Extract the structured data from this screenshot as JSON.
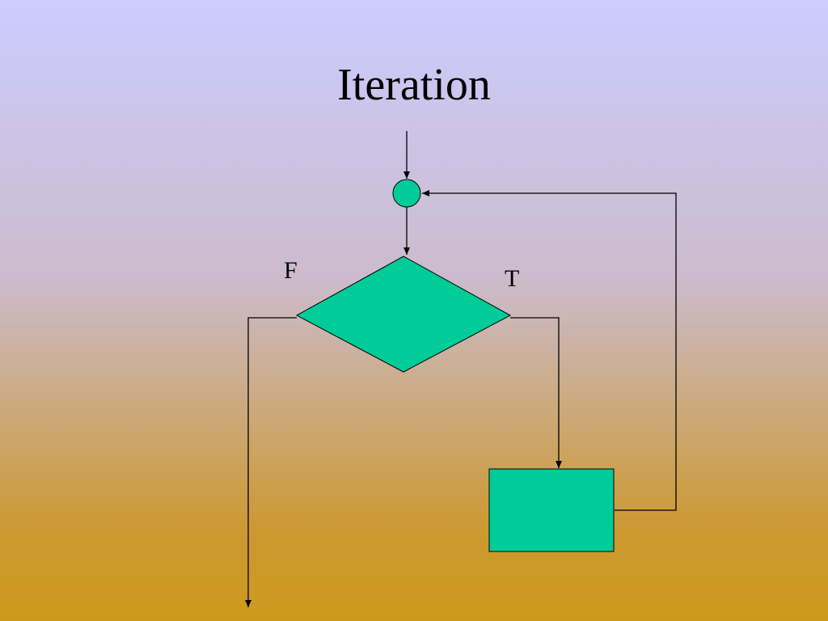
{
  "slide": {
    "title": "Iteration"
  },
  "diagram": {
    "type": "flowchart",
    "decision_false_label": "F",
    "decision_true_label": "T",
    "shape_fill": "#00cc99",
    "line_color": "#000000"
  }
}
